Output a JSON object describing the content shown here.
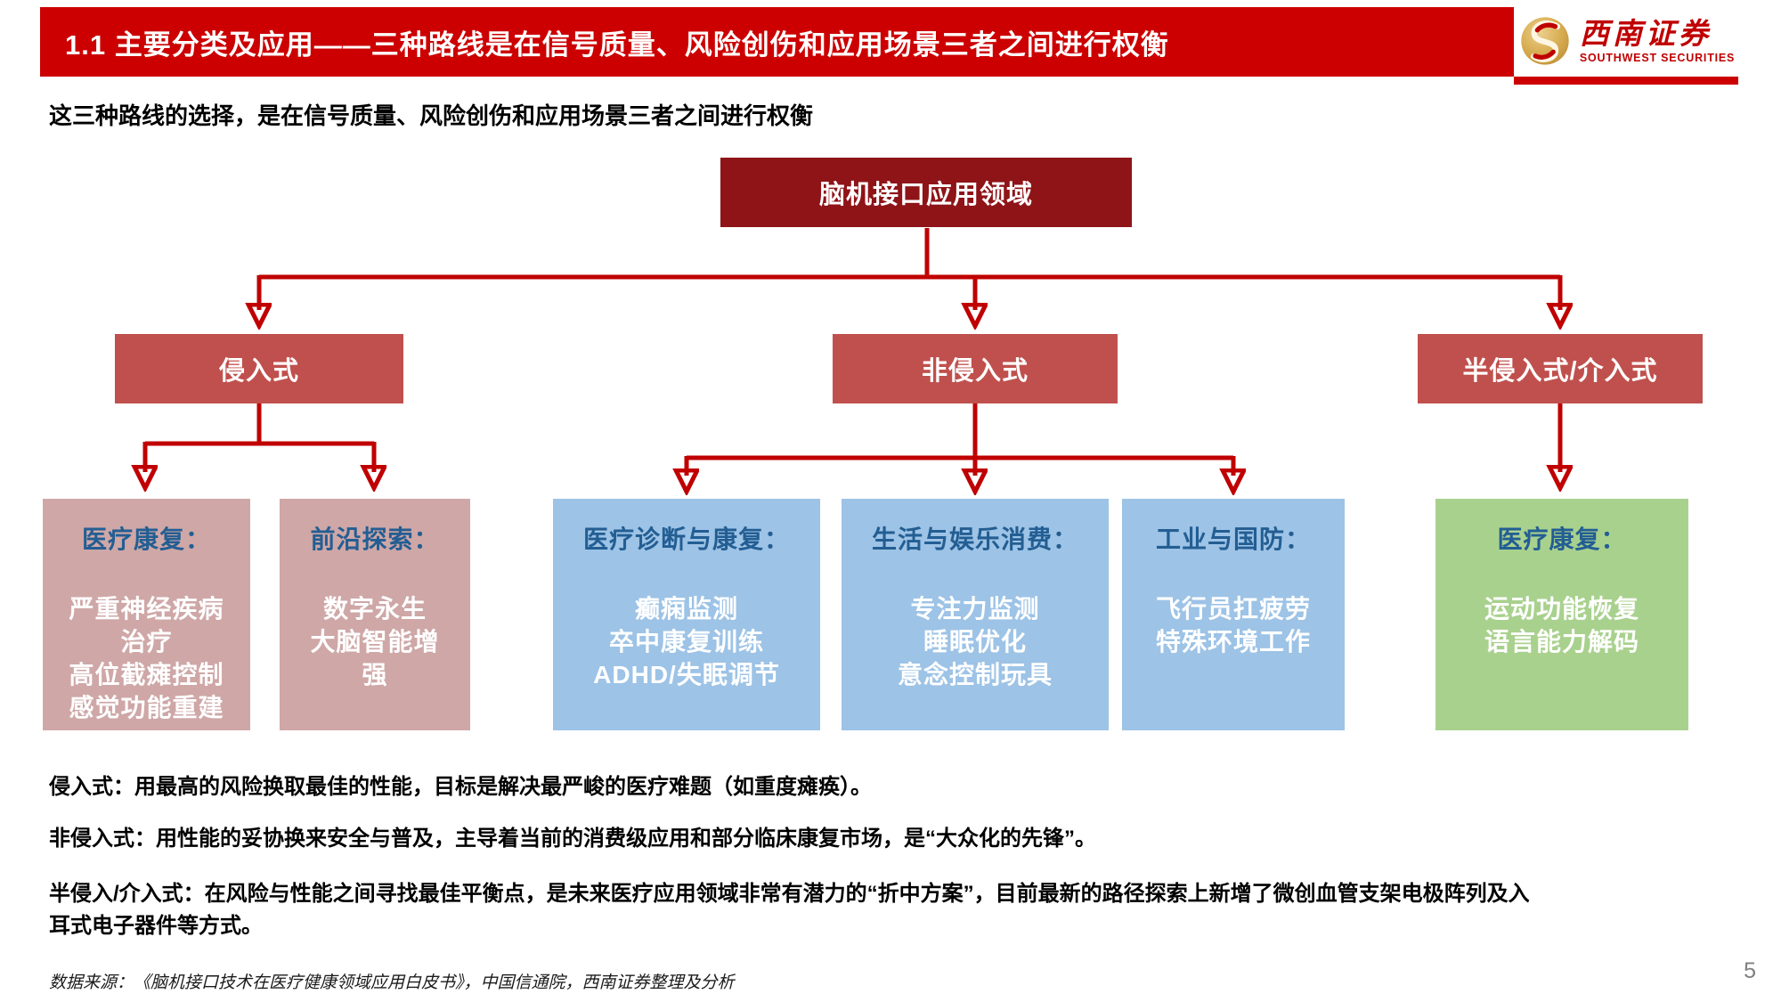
{
  "page": {
    "page_number": "5"
  },
  "header": {
    "title": "1.1 主要分类及应用——三种路线是在信号质量、风险创伤和应用场景三者之间进行权衡",
    "logo_cn": "西南证券",
    "logo_en": "SOUTHWEST SECURITIES"
  },
  "subtitle": "这三种路线的选择，是在信号质量、风险创伤和应用场景三者之间进行权衡",
  "flowchart": {
    "root": "脑机接口应用领域",
    "branches": [
      {
        "label": "侵入式",
        "children": [
          {
            "title": "医疗康复：",
            "body": "严重神经疾病\n治疗\n高位截瘫控制\n感觉功能重建"
          },
          {
            "title": "前沿探索：",
            "body": "数字永生\n大脑智能增强"
          }
        ]
      },
      {
        "label": "非侵入式",
        "children": [
          {
            "title": "医疗诊断与康复：",
            "body": "癫痫监测\n卒中康复训练\nADHD/失眠调节"
          },
          {
            "title": "生活与娱乐消费：",
            "body": "专注力监测\n睡眠优化\n意念控制玩具"
          },
          {
            "title": "工业与国防：",
            "body": "飞行员扛疲劳\n特殊环境工作"
          }
        ]
      },
      {
        "label": "半侵入式/介入式",
        "children": [
          {
            "title": "医疗康复：",
            "body": "运动功能恢复\n语言能力解码"
          }
        ]
      }
    ]
  },
  "notes": [
    "侵入式：用最高的风险换取最佳的性能，目标是解决最严峻的医疗难题（如重度瘫痪）。",
    "非侵入式：用性能的妥协换来安全与普及，主导着当前的消费级应用和部分临床康复市场，是“大众化的先锋”。",
    "半侵入/介入式：在风险与性能之间寻找最佳平衡点，是未来医疗应用领域非常有潜力的“折中方案”，目前最新的路径探索上新增了微创血管支架电极阵列及入耳式电子器件等方式。"
  ],
  "footer": {
    "source": "数据来源：《脑机接口技术在医疗健康领域应用白皮书》，中国信通院，西南证券整理及分析"
  },
  "colors": {
    "red": "#C00000",
    "header_bg": "#CC0000",
    "root_bg": "#8E1418",
    "branch_bg": "#C0504D",
    "pink_bg": "#CFA7A7",
    "blue_bg": "#9DC3E6",
    "green_bg": "#A9D18E",
    "leaf_title": "#235E93"
  }
}
